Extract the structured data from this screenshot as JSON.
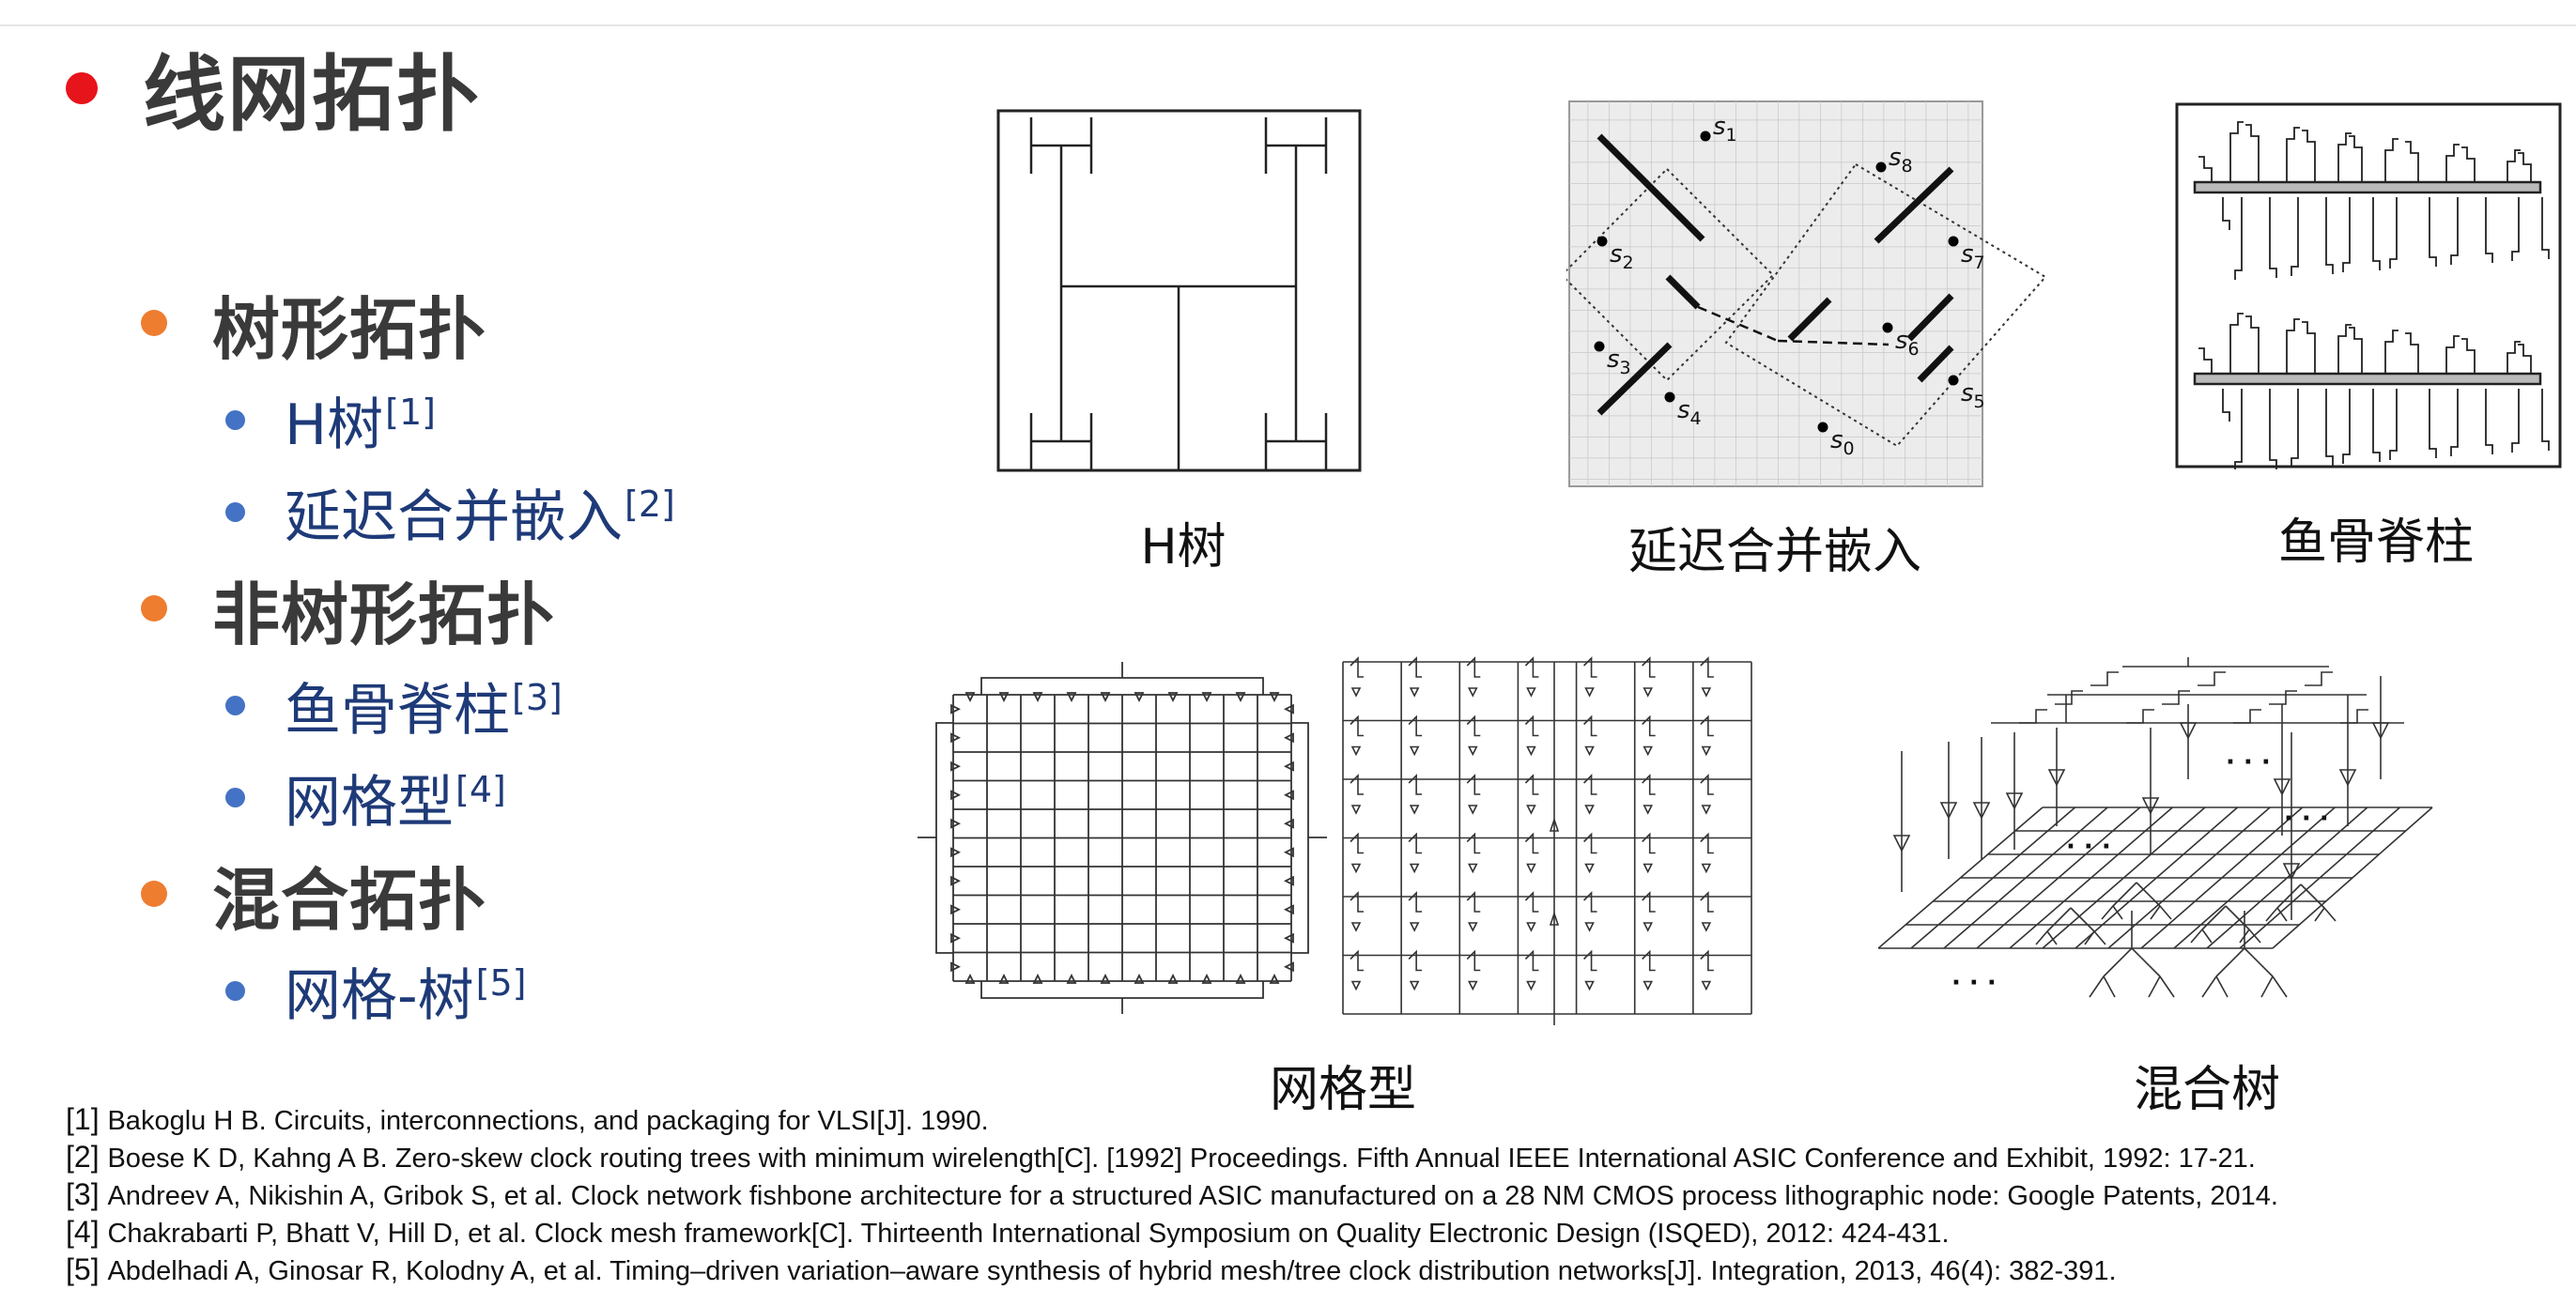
{
  "title": {
    "text": "线网拓扑",
    "bullet_color": "#e8141b"
  },
  "outline": [
    {
      "label": "树形拓扑",
      "children": [
        {
          "label": "H树",
          "ref": "[1]"
        },
        {
          "label": "延迟合并嵌入",
          "ref": "[2]"
        }
      ]
    },
    {
      "label": "非树形拓扑",
      "children": [
        {
          "label": "鱼骨脊柱",
          "ref": "[3]"
        },
        {
          "label": "网格型",
          "ref": "[4]"
        }
      ]
    },
    {
      "label": "混合拓扑",
      "children": [
        {
          "label": "网格-树",
          "ref": "[5]"
        }
      ]
    }
  ],
  "colors": {
    "level1_bullet": "#ee7d30",
    "level2_bullet": "#4472c4",
    "level2_text": "#1e3a78"
  },
  "figures": {
    "h_tree": {
      "caption": "H树"
    },
    "dme": {
      "caption": "延迟合并嵌入",
      "sinks": [
        {
          "base": "s",
          "sub": "1"
        },
        {
          "base": "s",
          "sub": "8"
        },
        {
          "base": "s",
          "sub": "7"
        },
        {
          "base": "s",
          "sub": "2"
        },
        {
          "base": "s",
          "sub": "6"
        },
        {
          "base": "s",
          "sub": "3"
        },
        {
          "base": "s",
          "sub": "5"
        },
        {
          "base": "s",
          "sub": "4"
        },
        {
          "base": "s",
          "sub": "0"
        }
      ]
    },
    "fishbone": {
      "caption": "鱼骨脊柱"
    },
    "mesh": {
      "caption": "网格型"
    },
    "hybrid": {
      "caption": "混合树",
      "ellipsis": "· · ·"
    }
  },
  "references": [
    {
      "num": "[1]",
      "text": "Bakoglu H B. Circuits, interconnections, and packaging for VLSI[J]. 1990."
    },
    {
      "num": "[2]",
      "text": "Boese K D, Kahng A B. Zero-skew clock routing trees with minimum wirelength[C]. [1992] Proceedings. Fifth Annual IEEE International ASIC Conference and Exhibit, 1992: 17-21."
    },
    {
      "num": "[3]",
      "text": "Andreev A, Nikishin A, Gribok S, et al. Clock network fishbone architecture for a structured ASIC manufactured on a 28 NM CMOS process lithographic node: Google Patents, 2014."
    },
    {
      "num": "[4]",
      "text": "Chakrabarti P, Bhatt V, Hill D, et al. Clock mesh framework[C]. Thirteenth International Symposium on Quality Electronic Design (ISQED), 2012: 424-431."
    },
    {
      "num": "[5]",
      "text": "Abdelhadi A, Ginosar R, Kolodny A, et al. Timing–driven variation–aware synthesis of hybrid mesh/tree clock distribution networks[J]. Integration, 2013, 46(4): 382-391."
    }
  ]
}
